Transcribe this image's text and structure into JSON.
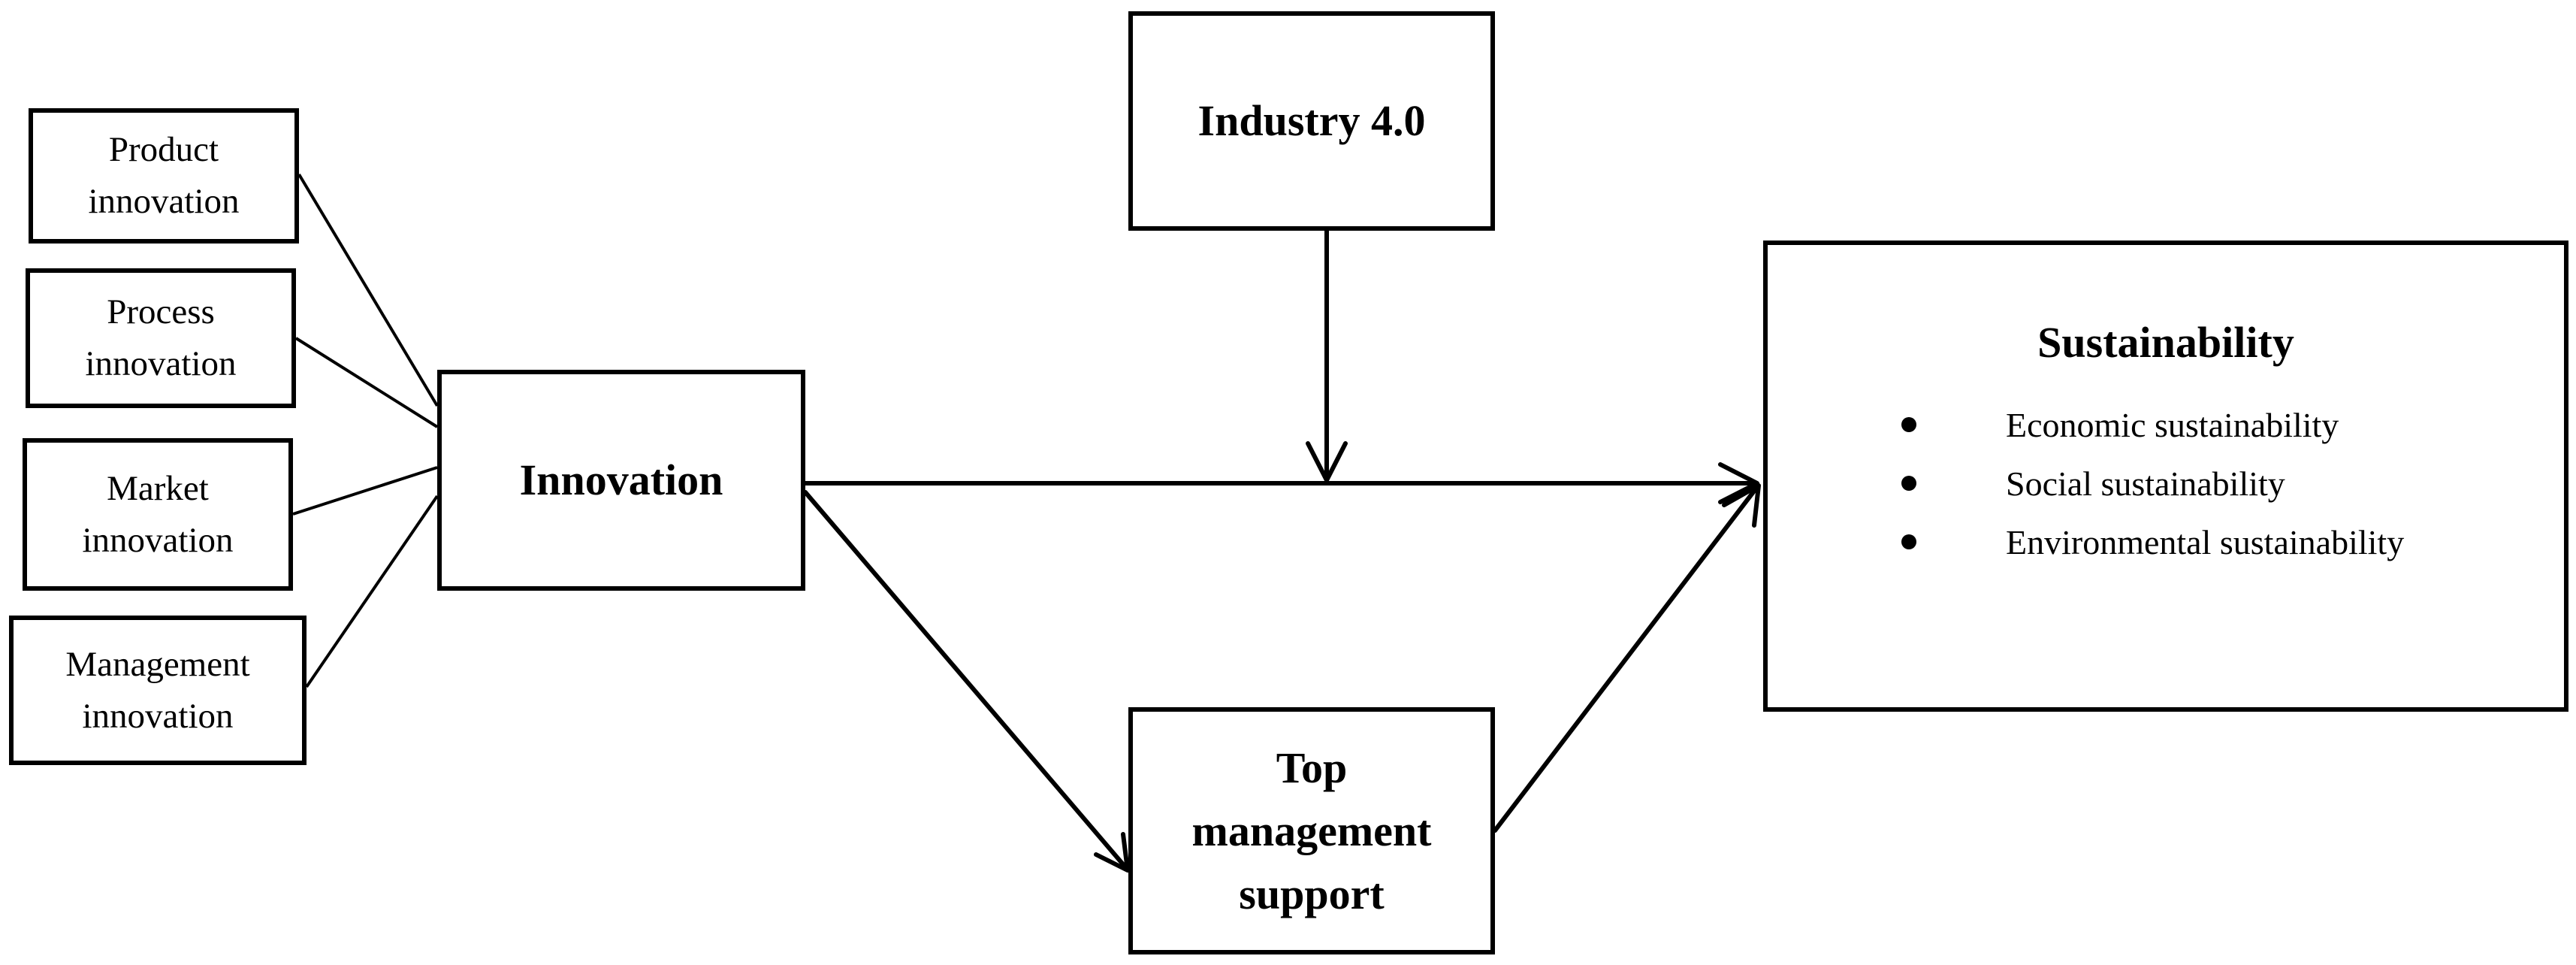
{
  "nodes": {
    "product_innovation": [
      "Product",
      "innovation"
    ],
    "process_innovation": [
      "Process",
      "innovation"
    ],
    "market_innovation": [
      "Market",
      "innovation"
    ],
    "management_innovation": [
      "Management",
      "innovation"
    ],
    "innovation": "Innovation",
    "industry": "Industry 4.0",
    "top_management_support": [
      "Top",
      "management",
      "support"
    ],
    "sustainability": {
      "title": "Sustainability",
      "items": [
        "Economic sustainability",
        "Social sustainability",
        "Environmental sustainability"
      ]
    }
  },
  "colors": {
    "stroke": "#000000",
    "background": "#ffffff"
  }
}
